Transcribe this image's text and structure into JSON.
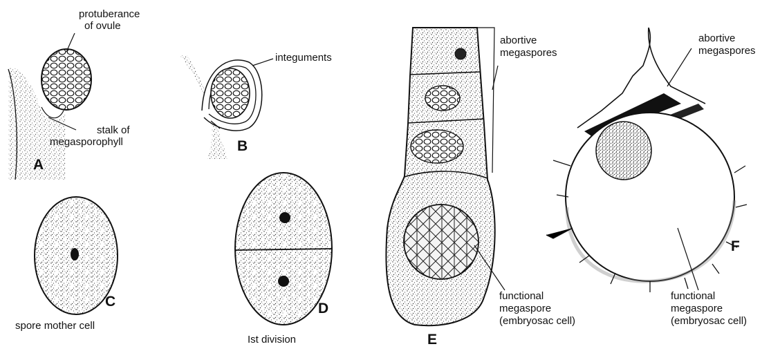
{
  "panels": {
    "A": {
      "letter": "A",
      "labels": {
        "protuberance_line1": "protuberance",
        "protuberance_line2": "of ovule",
        "stalk_line1": "stalk of",
        "stalk_line2": "megasporophyll"
      }
    },
    "B": {
      "letter": "B",
      "labels": {
        "integuments": "integuments"
      }
    },
    "C": {
      "letter": "C",
      "labels": {
        "caption": "spore mother cell"
      }
    },
    "D": {
      "letter": "D",
      "labels": {
        "caption": "Ist division"
      }
    },
    "E": {
      "letter": "E",
      "labels": {
        "abortive_line1": "abortive",
        "abortive_line2": "megaspores",
        "functional_line1": "functional",
        "functional_line2": "megaspore",
        "functional_line3": "(embryosac cell)"
      }
    },
    "F": {
      "letter": "F",
      "labels": {
        "abortive_line1": "abortive",
        "abortive_line2": "megaspores",
        "functional_line1": "functional",
        "functional_line2": "megaspore",
        "functional_line3": "(embryosac cell)"
      }
    }
  }
}
